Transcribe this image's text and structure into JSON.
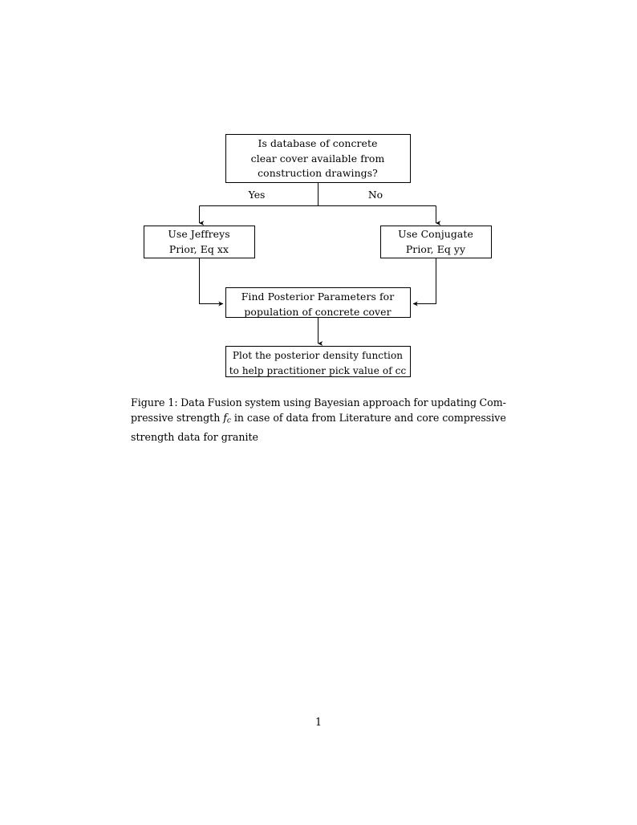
{
  "document": {
    "page_number": "1"
  },
  "figure": {
    "nodes": {
      "decision": {
        "line1": "Is database of concrete",
        "line2": "clear cover available from",
        "line3": "construction drawings?"
      },
      "jeffreys": {
        "line1": "Use Jeffreys",
        "line2": "Prior, Eq xx"
      },
      "conjugate": {
        "line1": "Use Conjugate",
        "line2": "Prior, Eq yy"
      },
      "posterior": {
        "line1": "Find Posterior Parameters for",
        "line2": "population of concrete cover"
      },
      "plot": {
        "line1": "Plot the posterior density function",
        "line2": "to help practitioner pick value of cc"
      }
    },
    "edge_labels": {
      "yes": "Yes",
      "no": "No"
    },
    "style": {
      "stroke": "#000000",
      "fill": "#ffffff",
      "stroke_width": 1
    }
  },
  "caption": {
    "label": "Figure 1:",
    "line1_a": "Figure 1:",
    "line1_b": "Data",
    "line1_c": "Fusion",
    "line1_d": "system",
    "line1_e": "using",
    "line1_f": "Bayesian",
    "line1_g": "approach",
    "line1_h": "for",
    "line1_i": "updating",
    "line1_j": "Com-",
    "line2_a": "pressive",
    "line2_b": "strength",
    "line2_math": "fc",
    "line2_c": "in",
    "line2_d": "case",
    "line2_e": "of",
    "line2_f": "data",
    "line2_g": "from",
    "line2_h": "Literature",
    "line2_i": "and",
    "line2_j": "core",
    "line2_k": "compressive",
    "line3": "strength data for granite",
    "full_text": "Figure 1: Data Fusion system using Bayesian approach for updating Compressive strength fc in case of data from Literature and core compressive strength data for granite"
  }
}
